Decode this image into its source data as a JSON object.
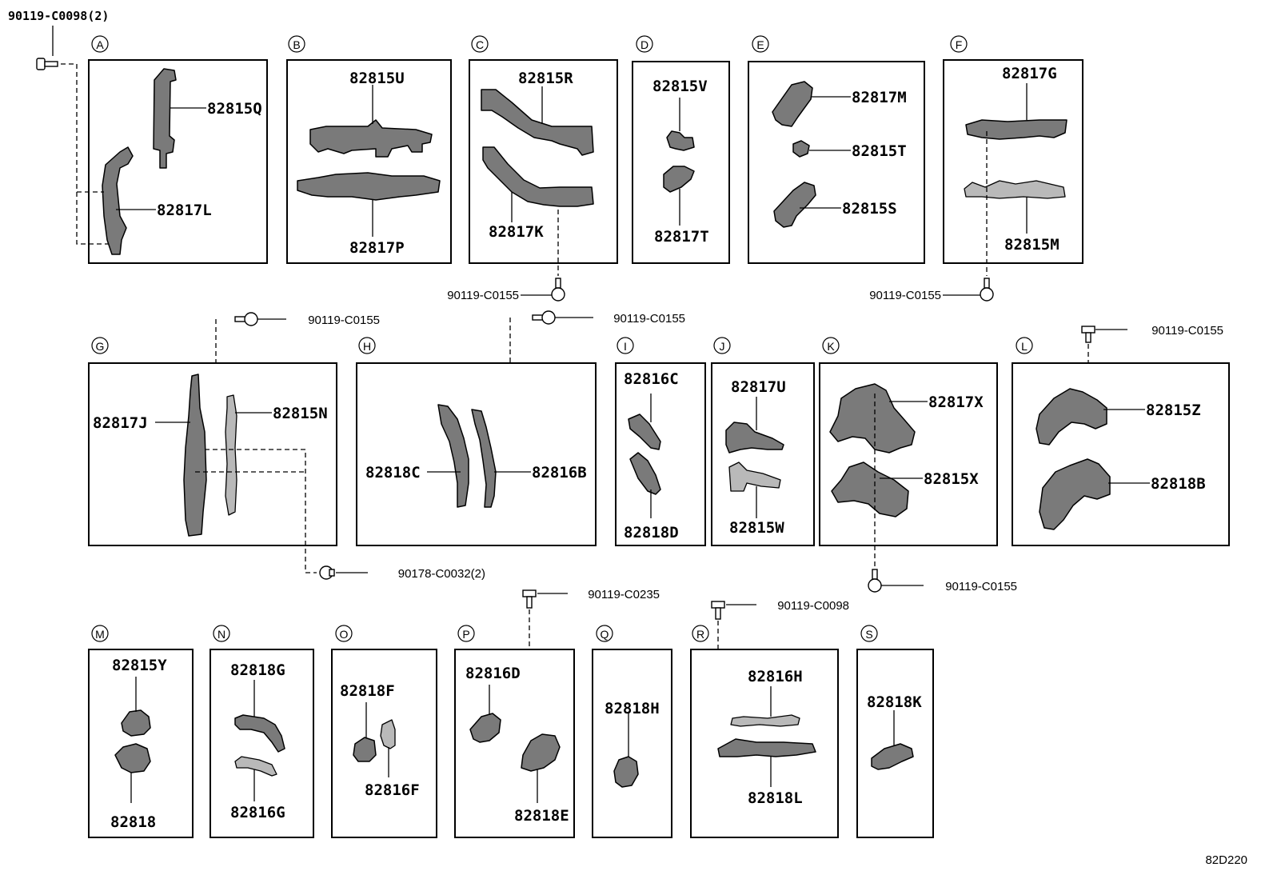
{
  "colors": {
    "line": "#000000",
    "part_fill": "#7a7a7a",
    "part_light": "#b9b9b9",
    "background": "#ffffff"
  },
  "sections": [
    {
      "letter": "A",
      "parts": [
        "82815Q",
        "82817L"
      ]
    },
    {
      "letter": "B",
      "parts": [
        "82815U",
        "82817P"
      ]
    },
    {
      "letter": "C",
      "parts": [
        "82815R",
        "82817K"
      ]
    },
    {
      "letter": "D",
      "parts": [
        "82815V",
        "82817T"
      ]
    },
    {
      "letter": "E",
      "parts": [
        "82817M",
        "82815T",
        "82815S"
      ]
    },
    {
      "letter": "F",
      "parts": [
        "82817G",
        "82815M"
      ]
    },
    {
      "letter": "G",
      "parts": [
        "82817J",
        "82815N"
      ]
    },
    {
      "letter": "H",
      "parts": [
        "82818C",
        "82816B"
      ]
    },
    {
      "letter": "I",
      "parts": [
        "82816C",
        "82818D"
      ]
    },
    {
      "letter": "J",
      "parts": [
        "82817U",
        "82815W"
      ]
    },
    {
      "letter": "K",
      "parts": [
        "82817X",
        "82815X"
      ]
    },
    {
      "letter": "L",
      "parts": [
        "82815Z",
        "82818B"
      ]
    },
    {
      "letter": "M",
      "parts": [
        "82815Y",
        "82818"
      ]
    },
    {
      "letter": "N",
      "parts": [
        "82818G",
        "82816G"
      ]
    },
    {
      "letter": "O",
      "parts": [
        "82818F",
        "82816F"
      ]
    },
    {
      "letter": "P",
      "parts": [
        "82816D",
        "82818E"
      ]
    },
    {
      "letter": "Q",
      "parts": [
        "82818H"
      ]
    },
    {
      "letter": "R",
      "parts": [
        "82816H",
        "82818L"
      ]
    },
    {
      "letter": "S",
      "parts": [
        "82818K"
      ]
    }
  ],
  "fasteners": [
    "90119-C0098(2)",
    "90119-C0155",
    "90119-C0155",
    "90119-C0155",
    "90119-C0155",
    "90178-C0032(2)",
    "90119-C0155",
    "90119-C0155",
    "90119-C0235",
    "90119-C0098"
  ],
  "diagram_code": "82D220"
}
